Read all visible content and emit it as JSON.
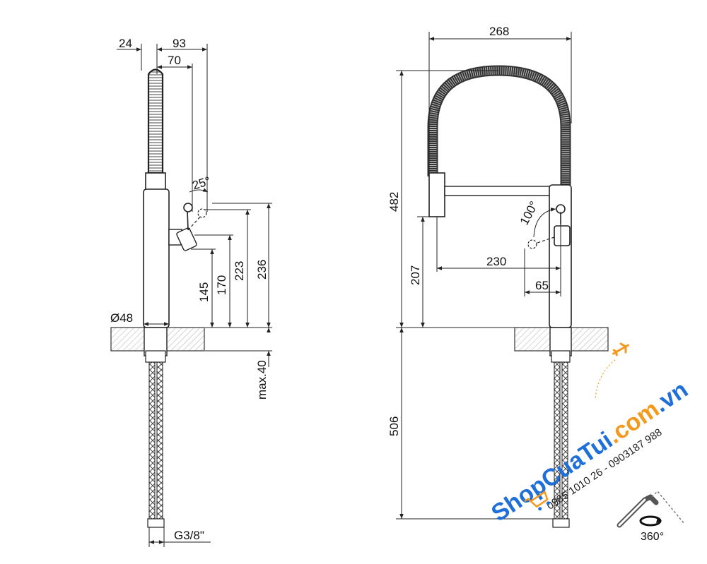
{
  "side_view": {
    "dim_24": "24",
    "dim_93": "93",
    "dim_70": "70",
    "angle_25": "25°",
    "dim_145": "145",
    "dim_170": "170",
    "dim_223": "223",
    "dim_236": "236",
    "dim_d48": "Ø48",
    "dim_max40": "max.40",
    "dim_g38": "G3/8\""
  },
  "front_view": {
    "dim_268": "268",
    "dim_482": "482",
    "angle_100": "100°",
    "dim_230": "230",
    "dim_207": "207",
    "dim_65": "65",
    "dim_506": "506"
  },
  "rotation": {
    "label": "360°"
  },
  "watermark": {
    "part1": "ShopCuaTui",
    "part2": ".com",
    "part3": ".vn",
    "phone": "0985 1010 26 - 0903187 988"
  }
}
